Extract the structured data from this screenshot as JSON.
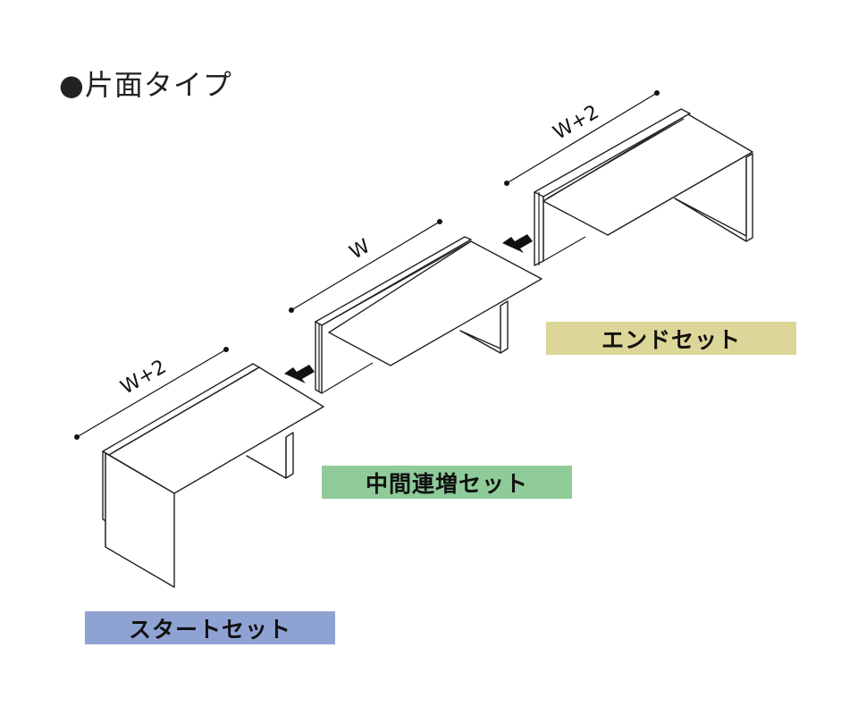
{
  "title": "●片面タイプ",
  "labels": {
    "end": "エンドセット",
    "middle": "中間連増セット",
    "start": "スタートセット"
  },
  "dimensions": {
    "end": "W+2",
    "middle": "W",
    "start": "W+2"
  },
  "colors": {
    "end_label_bg": "#dcd699",
    "middle_label_bg": "#8ecb98",
    "start_label_bg": "#8fa3d3"
  }
}
